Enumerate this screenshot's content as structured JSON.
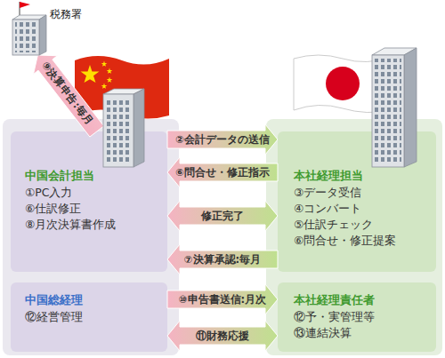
{
  "diagram": {
    "nodes": [
      {
        "text": [
          "税務署"
        ]
      },
      {
        "text": [
          "中国会計担当",
          "①PC入力",
          "⑥仕訳修正",
          "⑧月次決算書作成"
        ]
      },
      {
        "text": [
          "本社経理担当",
          "③データ受信",
          "④コンバート",
          "⑤仕訳チェック",
          "⑥問合せ・修正提案"
        ]
      },
      {
        "text": [
          "中国総経理",
          "⑫経営管理"
        ]
      },
      {
        "text": [
          "本社経理責任者",
          "⑫予・実管理等",
          "⑬連結決算"
        ]
      }
    ],
    "edges": [
      {
        "from": 1,
        "to": 0,
        "label": "⑨決算申告:毎月",
        "arrow": "to"
      },
      {
        "from": 1,
        "to": 2,
        "label": "②会計データの送信",
        "arrow": "to"
      },
      {
        "from": 2,
        "to": 1,
        "label": "⑥問合せ・修正指示",
        "arrow": "to"
      },
      {
        "from": 1,
        "to": 2,
        "label": "修正完了",
        "arrow": "both"
      },
      {
        "from": 2,
        "to": 1,
        "label": "⑦決算承認:毎月",
        "arrow": "to"
      },
      {
        "from": 3,
        "to": 4,
        "label": "⑩申告書送信:月次",
        "arrow": "to"
      },
      {
        "from": 3,
        "to": 4,
        "label": "⑪財務応援",
        "arrow": "both"
      }
    ]
  }
}
